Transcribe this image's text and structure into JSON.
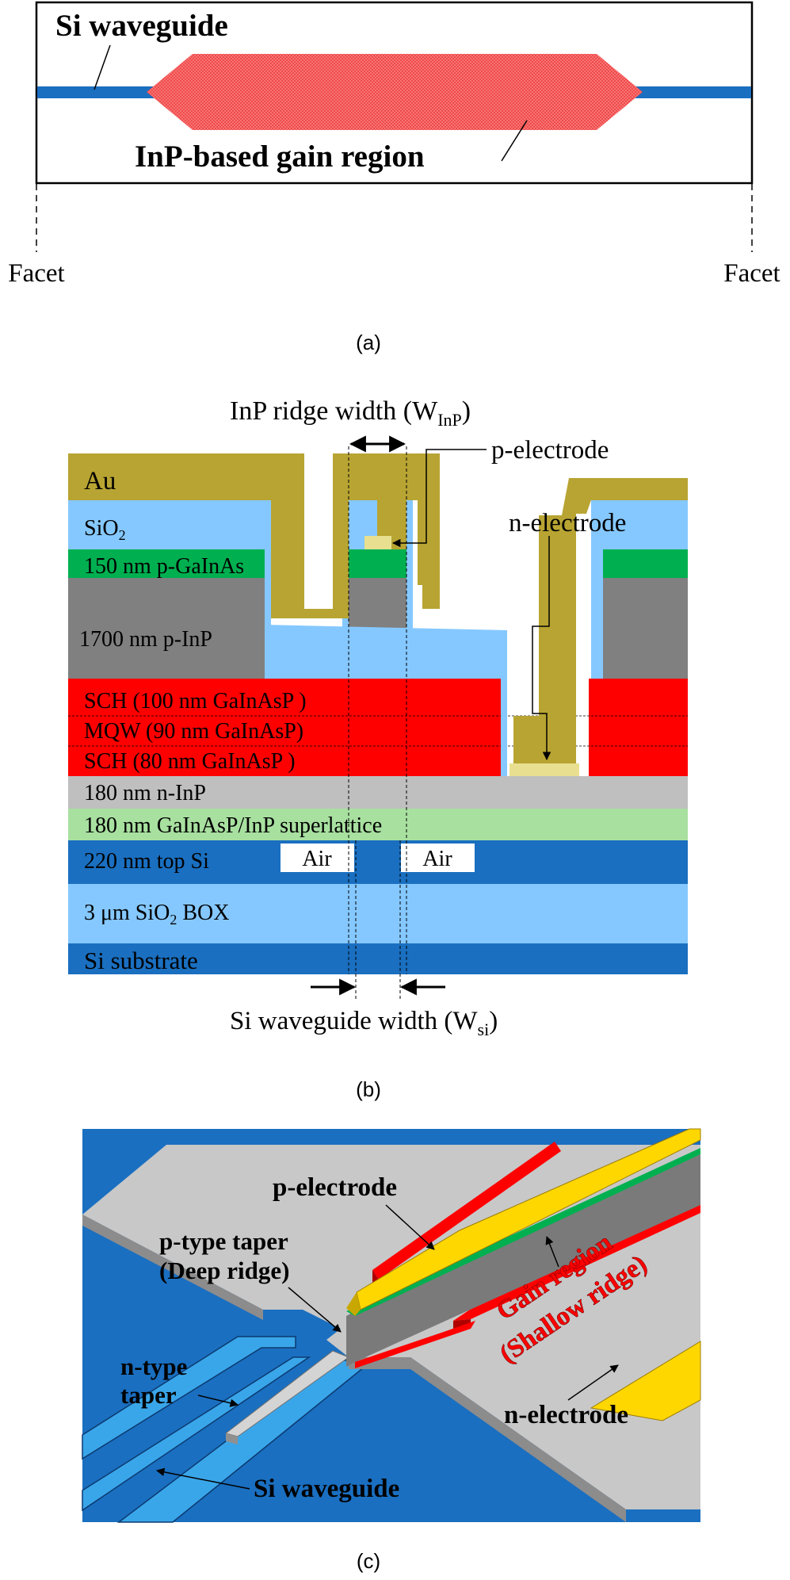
{
  "panel_a": {
    "si_waveguide_label": "Si waveguide",
    "gain_region_label": "InP-based gain region",
    "facet_left": "Facet",
    "facet_right": "Facet",
    "caption": "(a)"
  },
  "panel_b": {
    "ridge_width_label": "InP ridge width (W",
    "ridge_width_sub": "InP",
    "ridge_width_close": ")",
    "p_electrode": "p-electrode",
    "n_electrode": "n-electrode",
    "au": "Au",
    "sio2": "SiO",
    "sio2_sub": "2",
    "p_gainas": "150 nm p-GaInAs",
    "p_inp": "1700 nm p-InP",
    "sch_top": "SCH (100 nm GaInAsP )",
    "mqw": "MQW (90 nm GaInAsP)",
    "sch_bottom": "SCH (80 nm GaInAsP )",
    "n_inp": "180 nm n-InP",
    "superlattice": "180 nm GaInAsP/InP superlattice",
    "top_si": "220 nm top Si",
    "air_left": "Air",
    "air_right": "Air",
    "box_pre": "3 μm SiO",
    "box_sub": "2",
    "box_post": " BOX",
    "si_substrate": "Si substrate",
    "si_width_label": "Si waveguide width (W",
    "si_width_sub": "si",
    "si_width_close": ")",
    "caption": "(b)"
  },
  "panel_c": {
    "p_electrode": "p-electrode",
    "p_taper_1": "p-type taper",
    "p_taper_2": "(Deep ridge)",
    "gain_1": "Gain region",
    "gain_2": "(Shallow ridge)",
    "n_taper_1": "n-type",
    "n_taper_2": "taper",
    "n_electrode": "n-electrode",
    "si_waveguide": "Si waveguide",
    "caption": "(c)"
  },
  "colors": {
    "si_blue": "#1a6fc0",
    "gain_red": "#ff0000",
    "au_gold": "#b8a432",
    "sio2_light": "#85c8ff",
    "gainas_green": "#00b050",
    "inp_gray": "#808080",
    "n_inp_gray": "#bfbfbf",
    "superlattice_green": "#a8e0a0",
    "contact_cream": "#e8e090",
    "electrode_yellow": "#ffd700"
  }
}
